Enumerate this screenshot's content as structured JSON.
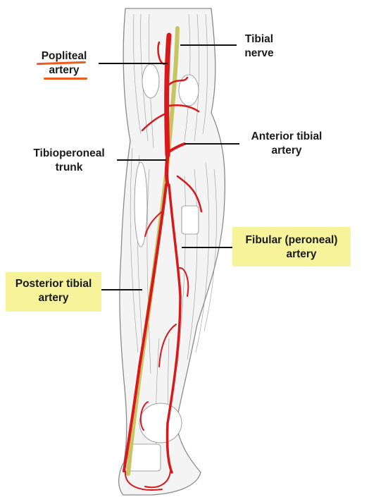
{
  "labels": {
    "popliteal": {
      "line1": "Popliteal",
      "line2": "artery"
    },
    "tibial_nerve": {
      "line1": "Tibial",
      "line2": "nerve"
    },
    "anterior_tibial": {
      "line1": "Anterior tibial",
      "line2": "artery"
    },
    "tibioperoneal": {
      "line1": "Tibioperoneal",
      "line2": "trunk"
    },
    "fibular": {
      "line1": "Fibular (peroneal)",
      "line2": "artery"
    },
    "posterior_tibial": {
      "line1": "Posterior tibial",
      "line2": "artery"
    }
  },
  "colors": {
    "artery": "#d7191c",
    "nerve": "#c9c463",
    "highlight": "#f7f39a",
    "underline": "#ef5b1d",
    "sketch": "#8a8a8a"
  }
}
